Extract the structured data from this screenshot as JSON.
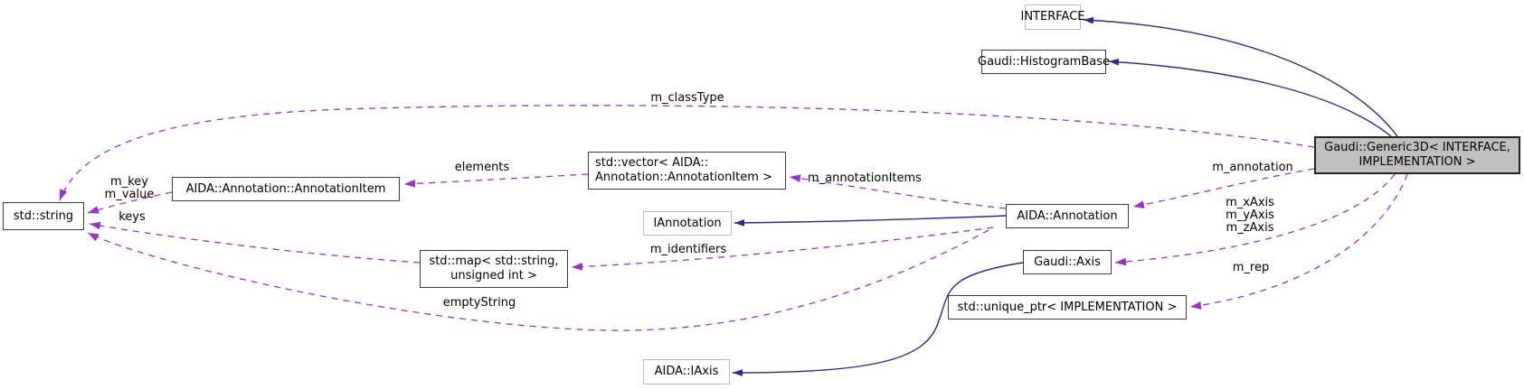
{
  "diagram": {
    "type": "doxygen-collaboration-graph",
    "background_color": "#ffffff",
    "colors": {
      "inheritance_edge": "#2b2b8c",
      "usage_edge": "#9a32cd",
      "node_border": "#3c3c3c",
      "node_border_light": "#bcbcbc",
      "node_fill": "#ffffff",
      "main_node_fill": "#bfbfbf",
      "text": "#000000"
    }
  },
  "nodes": {
    "interface": {
      "label": "INTERFACE"
    },
    "histogram_base": {
      "label": "Gaudi::HistogramBase"
    },
    "generic3d": {
      "line1": "Gaudi::Generic3D< INTERFACE,",
      "line2": "IMPLEMENTATION >"
    },
    "vector_annotation_item": {
      "line1": "std::vector< AIDA::",
      "line2": "Annotation::AnnotationItem >"
    },
    "annotation_item": {
      "label": "AIDA::Annotation::AnnotationItem"
    },
    "iannotation": {
      "label": "IAnnotation"
    },
    "annotation": {
      "label": "AIDA::Annotation"
    },
    "std_string": {
      "label": "std::string"
    },
    "axis": {
      "label": "Gaudi::Axis"
    },
    "map_string_uint": {
      "line1": "std::map< std::string,",
      "line2": "unsigned int >"
    },
    "unique_ptr": {
      "label": "std::unique_ptr< IMPLEMENTATION >"
    },
    "iaxis": {
      "label": "AIDA::IAxis"
    }
  },
  "edge_labels": {
    "m_classType": "m_classType",
    "elements": "elements",
    "m_key": "m_key",
    "m_value": "m_value",
    "keys": "keys",
    "m_annotationItems": "m_annotationItems",
    "m_annotation": "m_annotation",
    "m_xAxis": "m_xAxis",
    "m_yAxis": "m_yAxis",
    "m_zAxis": "m_zAxis",
    "m_identifiers": "m_identifiers",
    "m_rep": "m_rep",
    "emptyString": "emptyString"
  }
}
